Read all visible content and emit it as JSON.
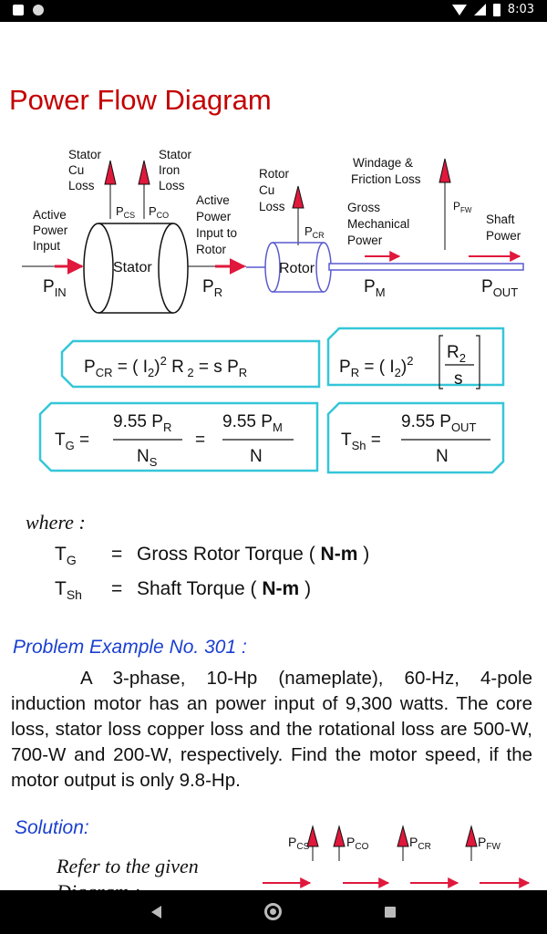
{
  "status_bar": {
    "time": "8:03"
  },
  "page": {
    "title": "Power Flow Diagram"
  },
  "diagram": {
    "stator_cu_loss": [
      "Stator",
      "Cu",
      "Loss"
    ],
    "stator_iron_loss": [
      "Stator",
      "Iron",
      "Loss"
    ],
    "p_cs": "CS",
    "p_co": "CO",
    "active_power_input": [
      "Active",
      "Power",
      "Input"
    ],
    "active_power_to_rotor": [
      "Active",
      "Power",
      "Input to",
      "Rotor"
    ],
    "stator_label": "Stator",
    "p_in": "IN",
    "p_r": "R",
    "rotor_cu_loss": [
      "Rotor",
      "Cu",
      "Loss"
    ],
    "p_cr": "CR",
    "rotor_label": "Rotor",
    "windage_friction": [
      "Windage &",
      "Friction Loss"
    ],
    "p_fw": "FW",
    "gross_mech_power": [
      "Gross",
      "Mechanical",
      "Power"
    ],
    "shaft_power": [
      "Shaft",
      "Power"
    ],
    "p_m": "M",
    "p_out": "OUT"
  },
  "formulas": {
    "pcr": "P_CR = ( I_2 )² R_2 = s P_R",
    "pr": "P_R = ( I_2 )² [ R_2 / s ]",
    "tg": "T_G = 9.55 P_R / N_S = 9.55 P_M / N",
    "tsh": "T_Sh = 9.55 P_OUT / N",
    "num_955": "9.55 P"
  },
  "where": {
    "label": "where :",
    "definitions": [
      {
        "sym": "T",
        "sub": "G",
        "eq": "=",
        "text": "Gross Rotor Torque (",
        "unit": "N-m",
        "close": ")"
      },
      {
        "sym": "T",
        "sub": "Sh",
        "eq": "=",
        "text": "Shaft Torque (",
        "unit": "N-m",
        "close": ")"
      }
    ]
  },
  "problem": {
    "title": "Problem Example No. 301 :",
    "text": "A 3-phase, 10-Hp (nameplate), 60-Hz, 4-pole induction motor has an power input of 9,300 watts. The core loss, stator loss copper loss and the rotational loss are 500-W, 700-W and 200-W, respectively. Find the motor speed, if the motor output is only 9.8-Hp."
  },
  "solution": {
    "title": "Solution:",
    "refer": "Refer to the given Diagram :",
    "mini_labels": [
      "CS",
      "CO",
      "CR",
      "FW"
    ]
  },
  "colors": {
    "title": "#c40000",
    "link": "#1a3fd0",
    "arrow": "#e0183c",
    "formula_border": "#35c6d8"
  }
}
